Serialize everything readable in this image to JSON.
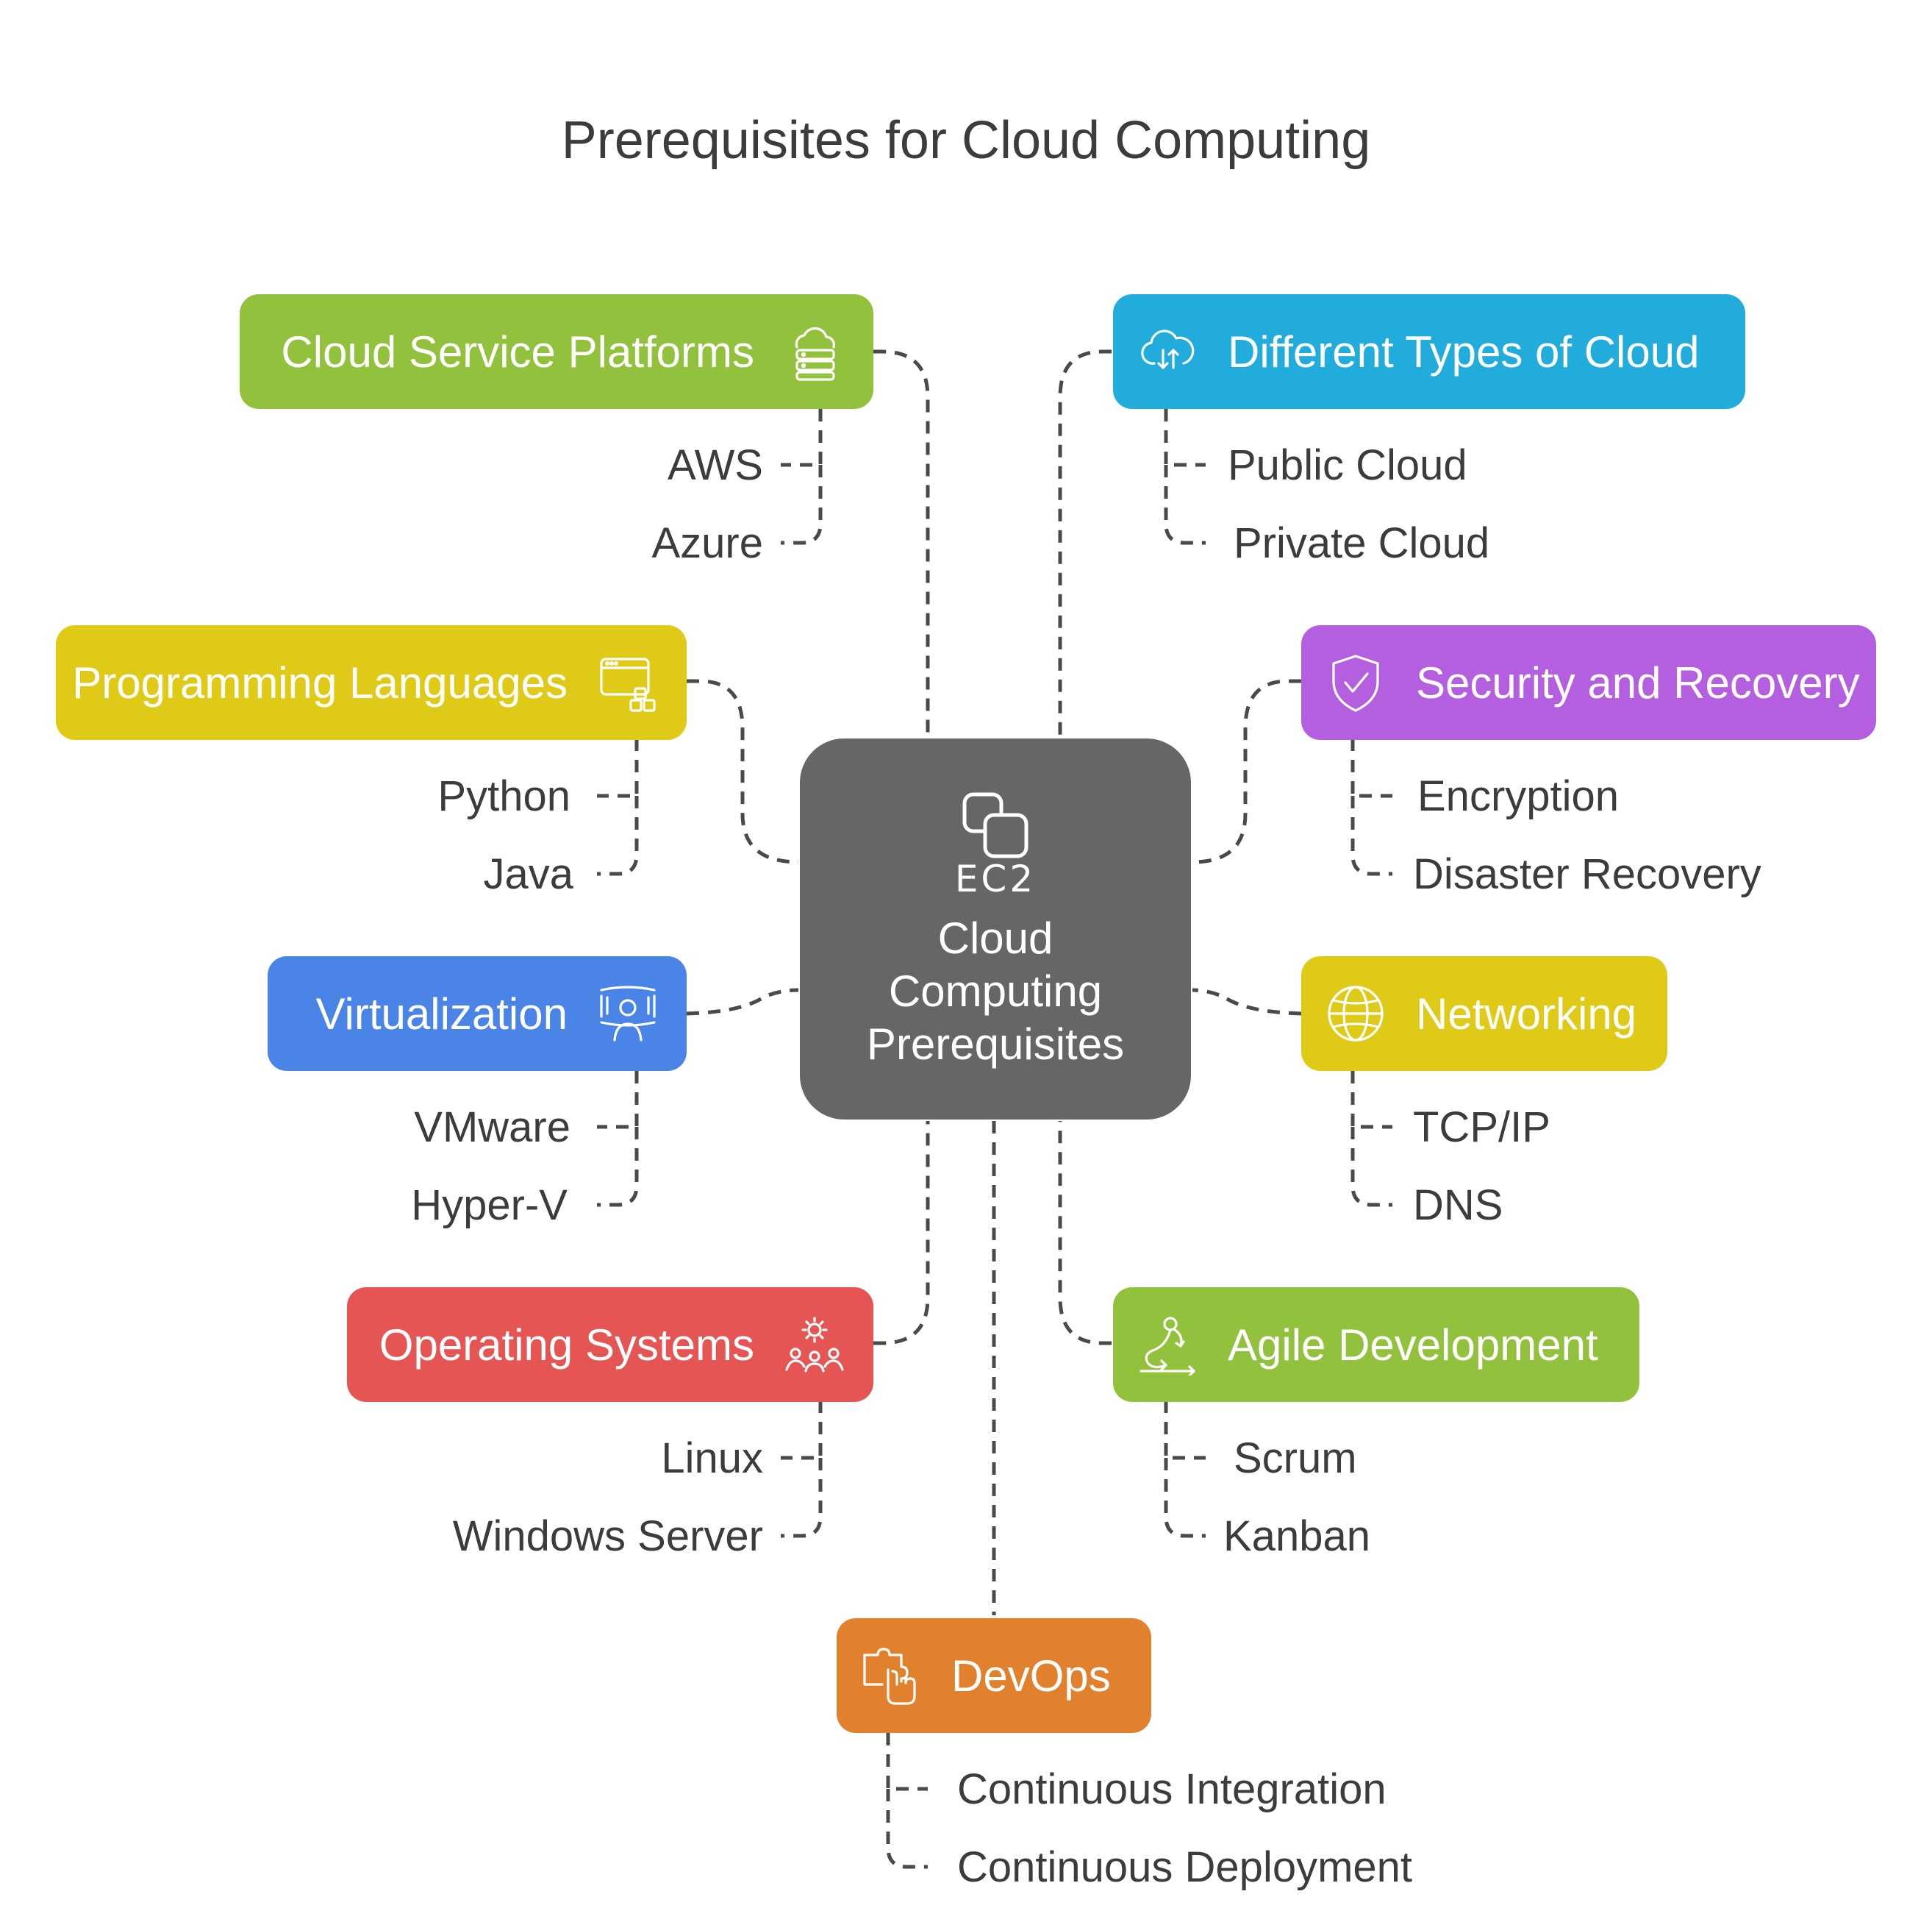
{
  "title": "Prerequisites for Cloud Computing",
  "center": {
    "badge": "EC2",
    "label_lines": [
      "Cloud",
      "Computing",
      "Prerequisites"
    ],
    "color": "#666666",
    "icon": "copy-squares-icon"
  },
  "categories": [
    {
      "id": "cloud-service-platforms",
      "label": "Cloud Service Platforms",
      "color": "#92c13d",
      "icon": "cloud-server-icon",
      "items": [
        "AWS",
        "Azure"
      ]
    },
    {
      "id": "different-types-of-cloud",
      "label": "Different Types of Cloud",
      "color": "#21acdc",
      "icon": "cloud-sync-icon",
      "items": [
        "Public Cloud",
        "Private Cloud"
      ]
    },
    {
      "id": "programming-languages",
      "label": "Programming Languages",
      "color": "#dfcb17",
      "icon": "code-window-icon",
      "items": [
        "Python",
        "Java"
      ]
    },
    {
      "id": "security-and-recovery",
      "label": "Security and Recovery",
      "color": "#b45ee0",
      "icon": "shield-check-icon",
      "items": [
        "Encryption",
        "Disaster Recovery"
      ]
    },
    {
      "id": "virtualization",
      "label": "Virtualization",
      "color": "#4a84e6",
      "icon": "virtual-user-icon",
      "items": [
        "VMware",
        "Hyper-V"
      ]
    },
    {
      "id": "networking",
      "label": "Networking",
      "color": "#dfcb17",
      "icon": "globe-icon",
      "items": [
        "TCP/IP",
        "DNS"
      ]
    },
    {
      "id": "operating-systems",
      "label": "Operating Systems",
      "color": "#e55554",
      "icon": "gear-team-icon",
      "items": [
        "Linux",
        "Windows Server"
      ]
    },
    {
      "id": "agile-development",
      "label": "Agile Development",
      "color": "#92c13d",
      "icon": "agile-loop-icon",
      "items": [
        "Scrum",
        "Kanban"
      ]
    },
    {
      "id": "devops",
      "label": "DevOps",
      "color": "#e2812d",
      "icon": "puzzle-hand-icon",
      "items": [
        "Continuous Integration",
        "Continuous Deployment"
      ]
    }
  ]
}
